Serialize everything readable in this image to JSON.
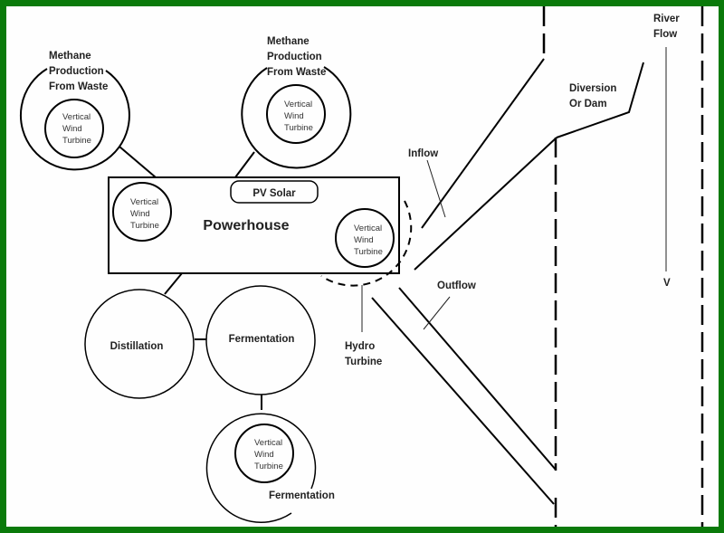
{
  "diagram": {
    "methane_left": {
      "label_lines": [
        "Methane",
        "Production",
        "From Waste"
      ],
      "inner": [
        "Vertical",
        "Wind",
        "Turbine"
      ]
    },
    "methane_right": {
      "label_lines": [
        "Methane",
        "Production",
        "From Waste"
      ],
      "inner": [
        "Vertical",
        "Wind",
        "Turbine"
      ]
    },
    "powerhouse": {
      "label": "Powerhouse",
      "pv_solar": "PV Solar",
      "turbine_left": [
        "Vertical",
        "Wind",
        "Turbine"
      ],
      "turbine_right": [
        "Vertical",
        "Wind",
        "Turbine"
      ]
    },
    "distillation": "Distillation",
    "fermentation": "Fermentation",
    "fermentation_bottom": {
      "label": "Fermentation",
      "inner": [
        "Vertical",
        "Wind",
        "Turbine"
      ]
    },
    "hydro_turbine": [
      "Hydro",
      "Turbine"
    ],
    "inflow": "Inflow",
    "outflow": "Outflow",
    "diversion": [
      "Diversion",
      "Or Dam"
    ],
    "river_flow": [
      "River",
      "Flow"
    ],
    "arrow_head": "V"
  },
  "colors": {
    "border": "#0a7a0a",
    "ink": "#000000",
    "background": "#ffffff"
  }
}
